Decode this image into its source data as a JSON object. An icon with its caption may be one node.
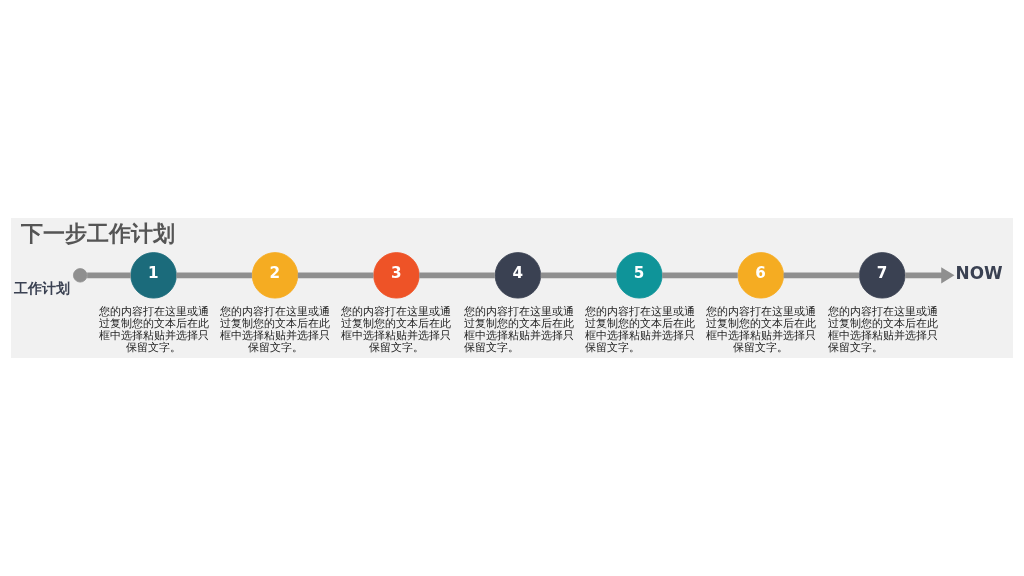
{
  "diagram": {
    "title": "下一步工作计划",
    "nodes": [
      {
        "text": [
          "工作计划"
        ]
      },
      {
        "text": [
          "1"
        ],
        "beside": [
          "您的内容打在这里或通过复制您的文本后在此框中选择粘贴并选择只保留文字。"
        ]
      },
      {
        "text": [
          "2"
        ],
        "beside": [
          "您的内容打在这里或通过复制您的文本后在此框中选择粘贴并选择只保留文字。"
        ]
      },
      {
        "text": [
          "3"
        ],
        "beside": [
          "您的内容打在这里或通过复制您的文本后在此框中选择粘贴并选择只保留文字。"
        ]
      },
      {
        "text": [
          "4"
        ],
        "beside": [
          "您的内容打在这里或通过复制您的文本后在此框中选择粘贴并选择只保留文字。"
        ]
      },
      {
        "text": [
          "5"
        ],
        "beside": [
          "您的内容打在这里或通过复制您的文本后在此框中选择粘贴并选择只保留文字。"
        ]
      },
      {
        "text": [
          "6"
        ],
        "beside": [
          "您的内容打在这里或通过复制您的文本后在此框中选择粘贴并选择只保留文字。"
        ]
      },
      {
        "text": [
          "7"
        ],
        "beside": [
          "您的内容打在这里或通过复制您的文本后在此框中选择粘贴并选择只保留文字。"
        ]
      },
      {
        "text": [
          "NOW"
        ]
      }
    ],
    "edges": [
      {
        "from": 0,
        "to": 1,
        "arrow": "none"
      },
      {
        "from": 1,
        "to": 2,
        "arrow": "none"
      },
      {
        "from": 2,
        "to": 3,
        "arrow": "none"
      },
      {
        "from": 3,
        "to": 4,
        "arrow": "none"
      },
      {
        "from": 4,
        "to": 5,
        "arrow": "none"
      },
      {
        "from": 5,
        "to": 6,
        "arrow": "none"
      },
      {
        "from": 6,
        "to": 7,
        "arrow": "none"
      },
      {
        "from": 7,
        "to": 8,
        "arrow": "to"
      }
    ]
  }
}
